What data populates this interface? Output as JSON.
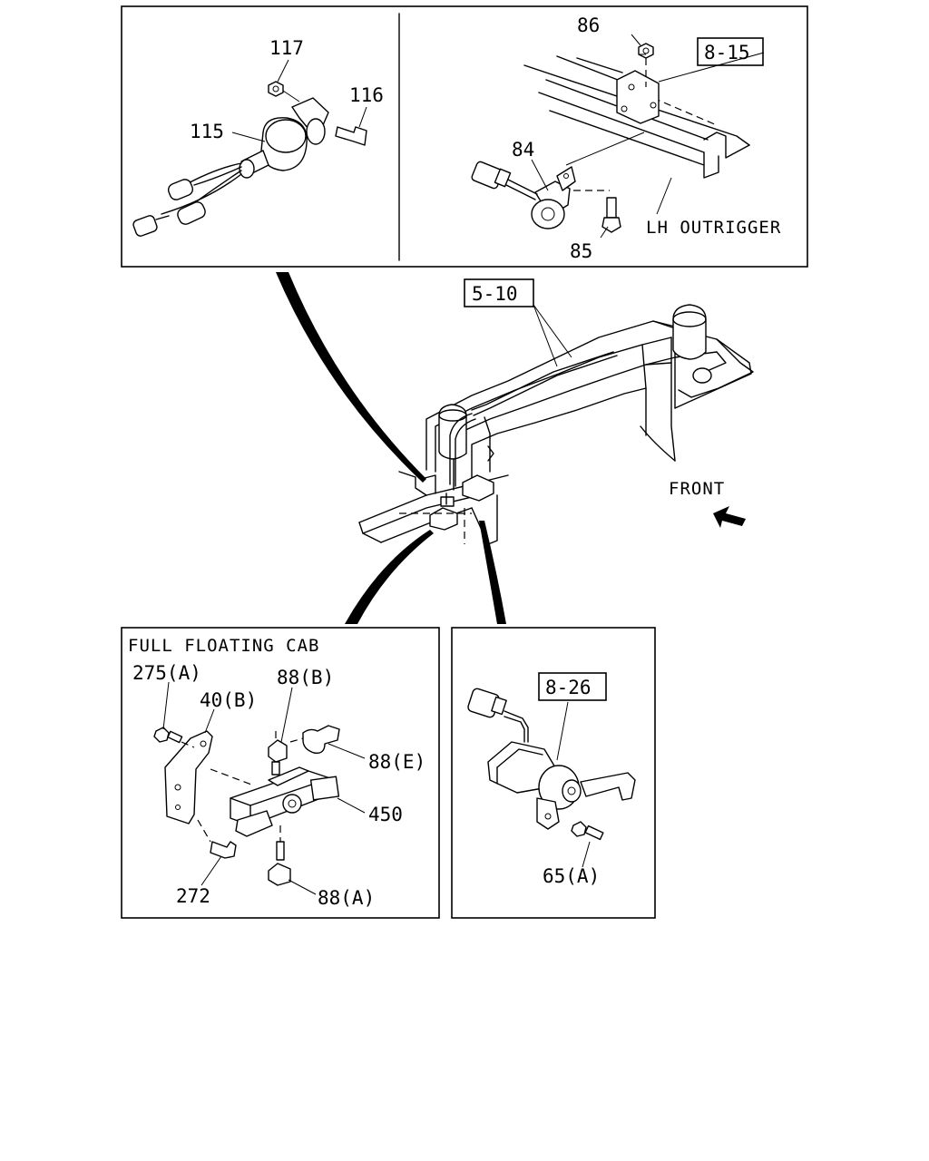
{
  "panels": {
    "top_left": {
      "labels": {
        "nut": "117",
        "bolt": "116",
        "valve": "115"
      }
    },
    "top_right": {
      "labels": {
        "nut": "86",
        "ref": "8-15",
        "sensor": "84",
        "bolt": "85",
        "outrigger": "LH OUTRIGGER"
      }
    },
    "middle": {
      "labels": {
        "ref": "5-10",
        "front": "FRONT"
      }
    },
    "bottom_left": {
      "title": "FULL FLOATING CAB",
      "labels": {
        "bolt_a": "275(A)",
        "bracket": "40(B)",
        "fitting_b": "88(B)",
        "fitting_e": "88(E)",
        "valve": "450",
        "bolt_b": "272",
        "fitting_a": "88(A)"
      }
    },
    "bottom_right": {
      "labels": {
        "ref": "8-26",
        "bolt": "65(A)"
      }
    }
  }
}
